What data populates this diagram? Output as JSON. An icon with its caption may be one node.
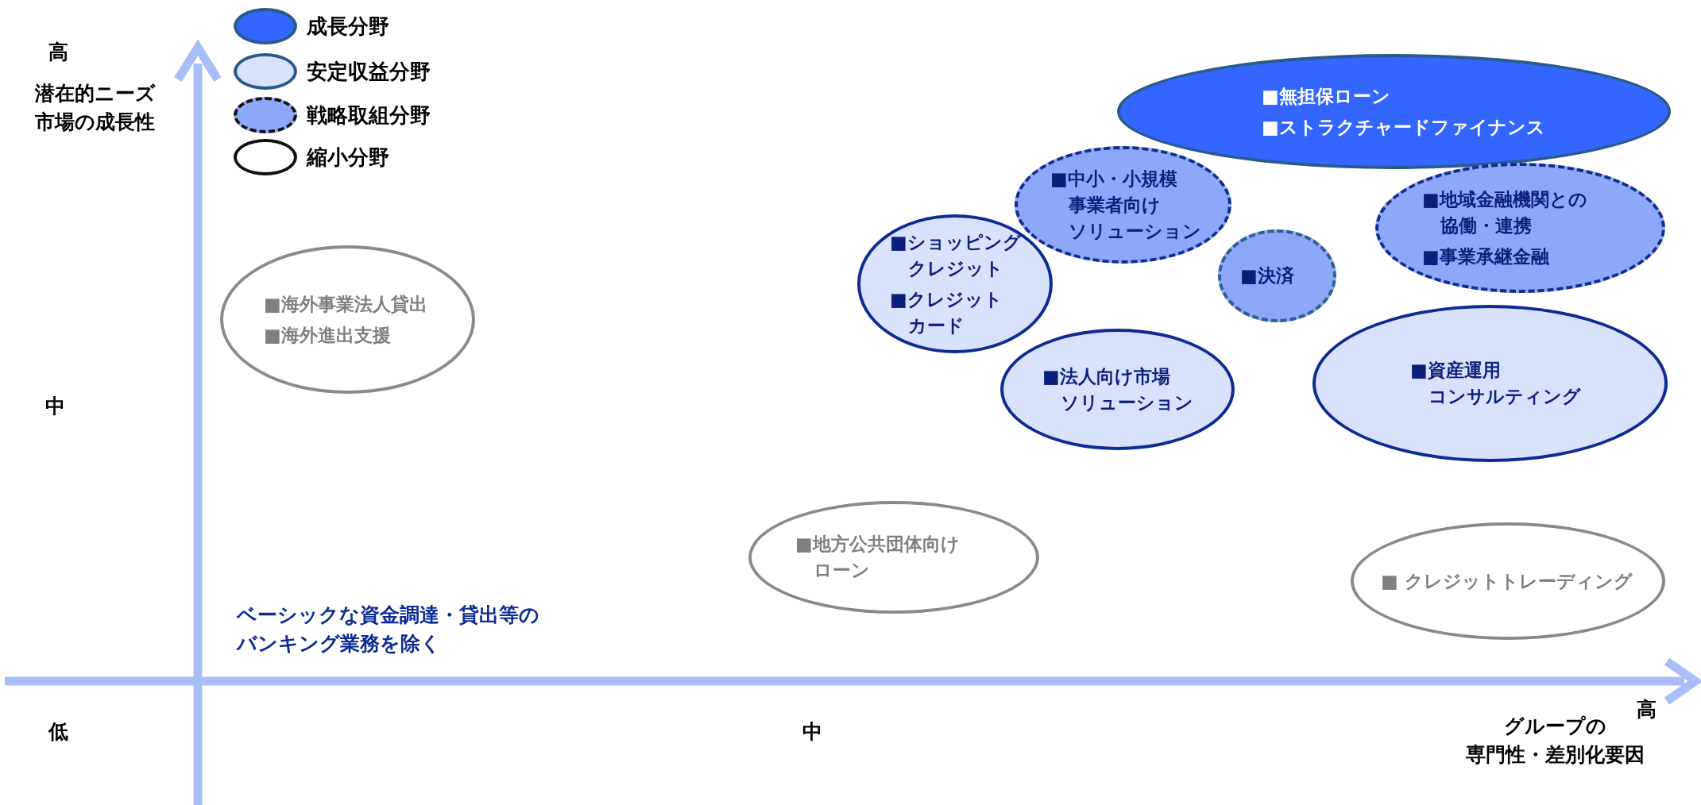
{
  "diagram": {
    "nodes": [
      {
        "text": [
          "■無担保ローン",
          "■ストラクチャードファイナンス"
        ]
      },
      {
        "text": [
          "■中小・小規模事業者向けソリューション"
        ]
      },
      {
        "text": [
          "■地域金融機関との協働・連携",
          "■事業承継金融"
        ]
      },
      {
        "text": [
          "■決済"
        ]
      },
      {
        "text": [
          "■ショッピングクレジット",
          "■クレジットカード"
        ]
      },
      {
        "text": [
          "■法人向け市場ソリューション"
        ]
      },
      {
        "text": [
          "■資産運用コンサルティング"
        ]
      },
      {
        "text": [
          "■海外事業法人貸出",
          "■海外進出支援"
        ]
      },
      {
        "text": [
          "■地方公共団体向けローン"
        ]
      },
      {
        "text": [
          "■ クレジットトレーディング"
        ]
      }
    ],
    "labels": [
      "高",
      "潜在的ニーズ市場の成長性",
      "中",
      "低",
      "中",
      "高",
      "グループの専門性・差別化要因",
      "ベーシックな資金調達・貸出等のバンキング業務を除く"
    ],
    "legend": [
      {
        "text": "成長分野",
        "color": "#3366ff"
      },
      {
        "text": "安定収益分野",
        "color": "#d9e2fc"
      },
      {
        "text": "戦略取組分野",
        "color": "#8da8f8"
      },
      {
        "text": "縮小分野",
        "color": "#ffffff"
      }
    ]
  }
}
